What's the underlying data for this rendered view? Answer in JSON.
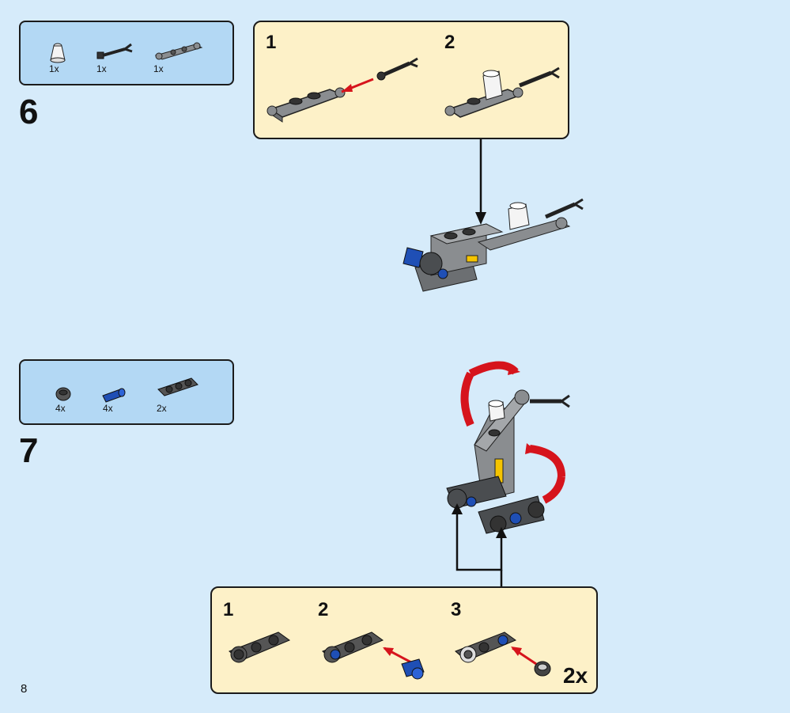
{
  "page_number": "8",
  "steps": [
    {
      "number": "6",
      "parts": [
        {
          "qty": "1x",
          "icon": "white-cone-piece"
        },
        {
          "qty": "1x",
          "icon": "black-hose-piece"
        },
        {
          "qty": "1x",
          "icon": "gray-plate-piece"
        }
      ],
      "substeps": [
        "1",
        "2"
      ]
    },
    {
      "number": "7",
      "parts": [
        {
          "qty": "4x",
          "icon": "dark-gray-tyre-piece"
        },
        {
          "qty": "4x",
          "icon": "blue-pin-piece"
        },
        {
          "qty": "2x",
          "icon": "dark-gray-beam-piece"
        }
      ],
      "substeps": [
        "1",
        "2",
        "3"
      ],
      "multiplier": "2x"
    }
  ],
  "colors": {
    "background": "#d6ebfa",
    "parts_box": "#b3d8f4",
    "substep_box": "#fdf1c8",
    "arrow_red": "#d6141c",
    "brick_gray": "#8a8d90",
    "brick_dark": "#5b5f62",
    "brick_blue": "#1f4fb5"
  }
}
